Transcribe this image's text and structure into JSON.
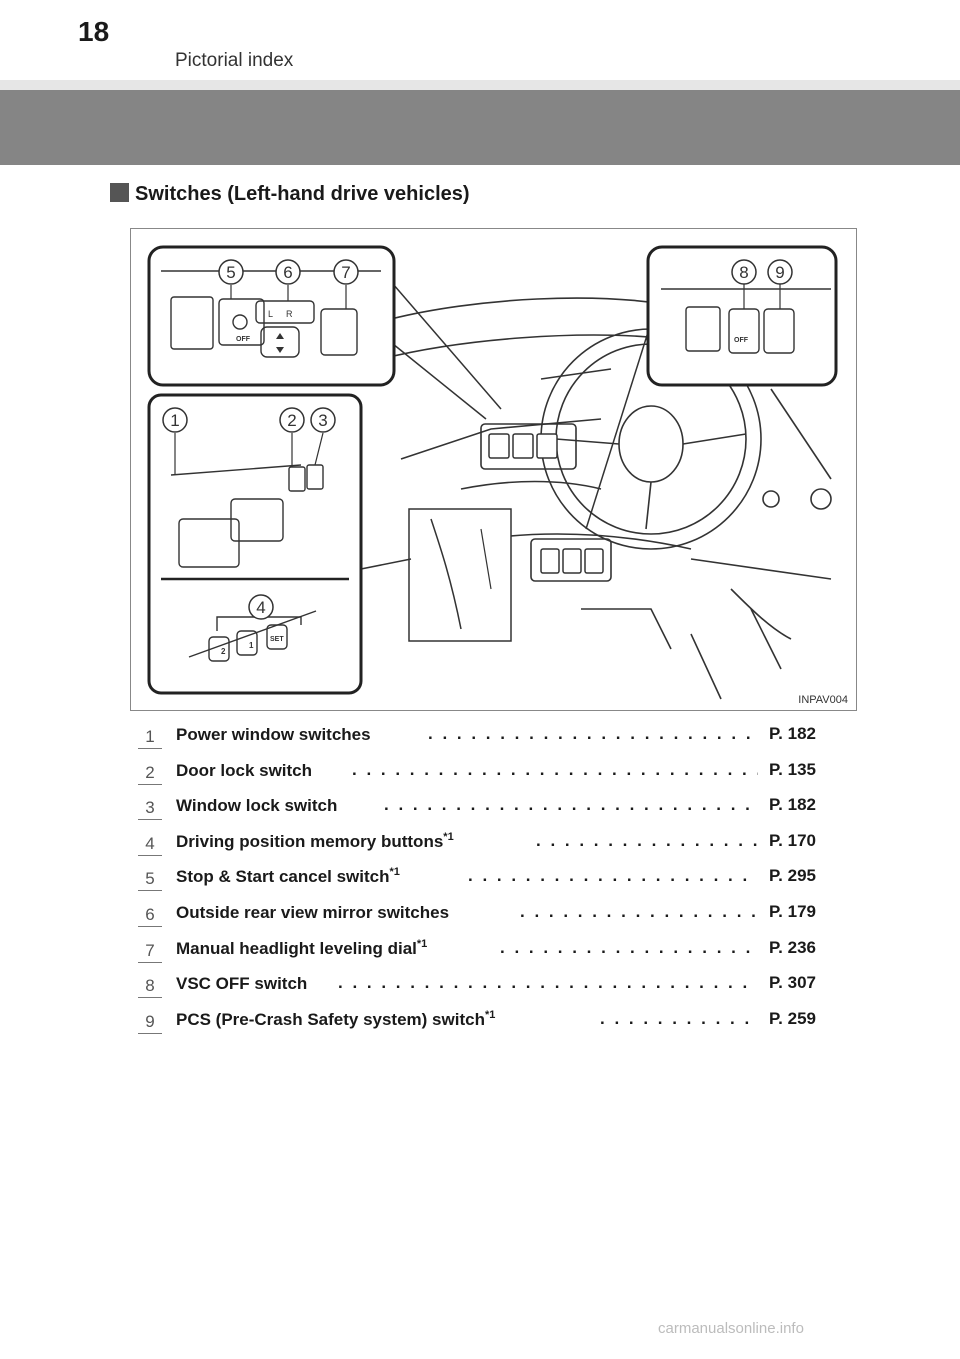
{
  "header": {
    "page_number": "18",
    "section": "Pictorial index"
  },
  "section_title": "Switches (Left-hand drive vehicles)",
  "figure": {
    "code": "INPAV004",
    "callouts": [
      "1",
      "2",
      "3",
      "4",
      "5",
      "6",
      "7",
      "8",
      "9"
    ],
    "switch_labels": {
      "off": "OFF",
      "left": "L",
      "right": "R",
      "memory_2": "2",
      "memory_1": "1",
      "set": "SET"
    }
  },
  "items": [
    {
      "num": "1",
      "label": "Power window switches",
      "sup": "",
      "page": "P. 182"
    },
    {
      "num": "2",
      "label": "Door lock switch",
      "sup": "",
      "page": "P. 135"
    },
    {
      "num": "3",
      "label": "Window lock switch",
      "sup": "",
      "page": "P. 182"
    },
    {
      "num": "4",
      "label": "Driving position memory buttons",
      "sup": "*1",
      "page": "P. 170"
    },
    {
      "num": "5",
      "label": "Stop & Start cancel switch",
      "sup": "*1",
      "page": "P. 295"
    },
    {
      "num": "6",
      "label": "Outside rear view mirror switches",
      "sup": "",
      "page": "P. 179"
    },
    {
      "num": "7",
      "label": "Manual headlight leveling dial",
      "sup": "*1",
      "page": "P. 236"
    },
    {
      "num": "8",
      "label": "VSC OFF switch",
      "sup": "",
      "page": "P. 307"
    },
    {
      "num": "9",
      "label": "PCS (Pre-Crash Safety system) switch",
      "sup": "*1",
      "page": "P. 259"
    }
  ],
  "footer": "carmanualsonline.info"
}
